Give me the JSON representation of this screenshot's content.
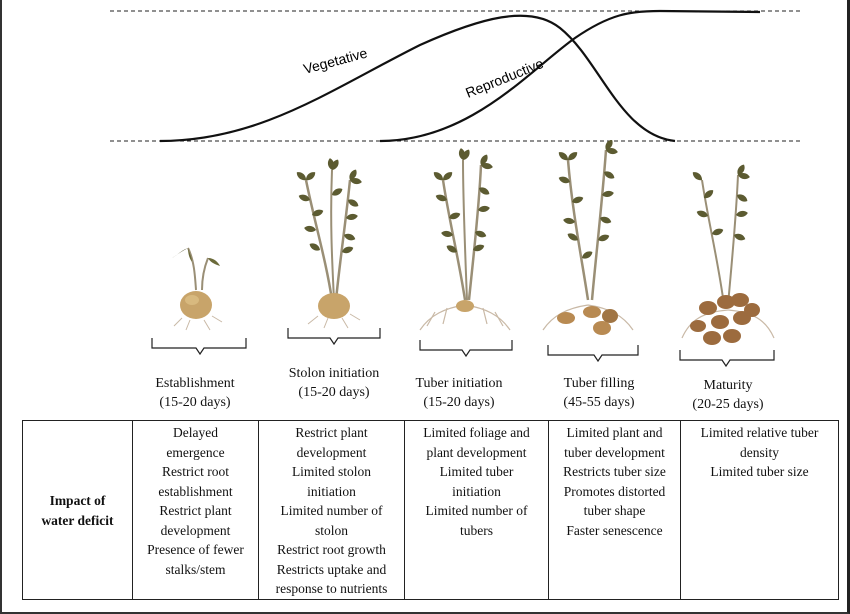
{
  "phase_curves": {
    "vegetative_label": "Vegetative",
    "reproductive_label": "Reproductive"
  },
  "stages": [
    {
      "name": "Establishment",
      "duration": "(15-20 days)"
    },
    {
      "name": "Stolon initiation",
      "duration": "(15-20 days)"
    },
    {
      "name": "Tuber initiation",
      "duration": "(15-20 days)"
    },
    {
      "name": "Tuber filling",
      "duration": "(45-55 days)"
    },
    {
      "name": "Maturity",
      "duration": "(20-25 days)"
    }
  ],
  "impact_table": {
    "row_header_line1": "Impact of",
    "row_header_line2": "water deficit",
    "cells": [
      [
        "Delayed",
        "emergence",
        "Restrict root",
        "establishment",
        "Restrict plant",
        "development",
        "Presence of fewer",
        "stalks/stem"
      ],
      [
        "Restrict plant",
        "development",
        "Limited stolon",
        "initiation",
        "Limited number of",
        "stolon",
        "Restrict root growth",
        "Restricts uptake and",
        "response to nutrients"
      ],
      [
        "Limited foliage and",
        "plant development",
        "Limited tuber",
        "initiation",
        "Limited number of",
        "tubers"
      ],
      [
        "Limited plant and",
        "tuber development",
        "Restricts tuber size",
        "Promotes distorted",
        "tuber shape",
        "Faster senescence"
      ],
      [
        "Limited relative tuber",
        "density",
        "Limited tuber size"
      ]
    ]
  },
  "colors": {
    "leaf": "#6b6a3a",
    "leaf_dark": "#4f4e2a",
    "stem": "#9a8f76",
    "tuber": "#c8a46a",
    "tuber_dark": "#a07544",
    "root": "#c9b9a6"
  }
}
